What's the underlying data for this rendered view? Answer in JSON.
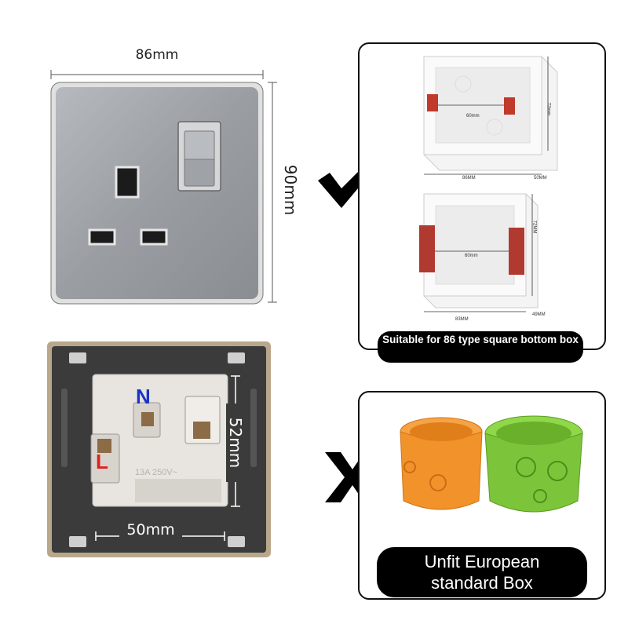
{
  "front_view": {
    "width_label": "86mm",
    "height_label": "90mm"
  },
  "back_view": {
    "neutral_label": "N",
    "live_label": "L",
    "height_label": "52mm",
    "width_label": "50mm",
    "rating_text": "13A 250V~"
  },
  "compatible_panel": {
    "caption": "Suitable for 86 type square bottom box",
    "box1": {
      "label_top": "60mm",
      "label_side": "72mm",
      "label_bottom": "86MM",
      "label_depth": "50MM"
    },
    "box2": {
      "label_top": "60mm",
      "label_side": "72MM",
      "label_bottom": "83MM",
      "label_depth": "49MM"
    },
    "mark": "check-icon"
  },
  "incompatible_panel": {
    "caption_line1": "Unfit European",
    "caption_line2": "standard Box",
    "mark": "cross-icon"
  },
  "colors": {
    "plate": "#9a9ea3",
    "frame": "#b9a78c",
    "red_clip": "#c0392b",
    "orange_box": "#f2922b",
    "green_box": "#7cc53a",
    "neutral": "#1a33c8",
    "live": "#e02020"
  }
}
